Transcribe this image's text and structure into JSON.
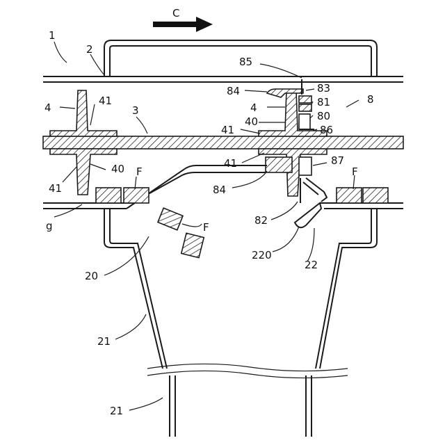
{
  "arrow": {
    "label": "C"
  },
  "labels": {
    "l1": "1",
    "l2": "2",
    "l3": "3",
    "l4a": "4",
    "l4b": "4",
    "l41a": "41",
    "l41b": "41",
    "l41c": "41",
    "l41d": "41",
    "l40a": "40",
    "l40b": "40",
    "l85": "85",
    "l84a": "84",
    "l84b": "84",
    "l83": "83",
    "l81": "81",
    "l8": "8",
    "l80": "80",
    "l86": "86",
    "l87": "87",
    "lFa": "F",
    "lFb": "F",
    "lFc": "F",
    "lg": "g",
    "l82": "82",
    "l220": "220",
    "l22": "22",
    "l20": "20",
    "l21a": "21",
    "l21b": "21"
  }
}
